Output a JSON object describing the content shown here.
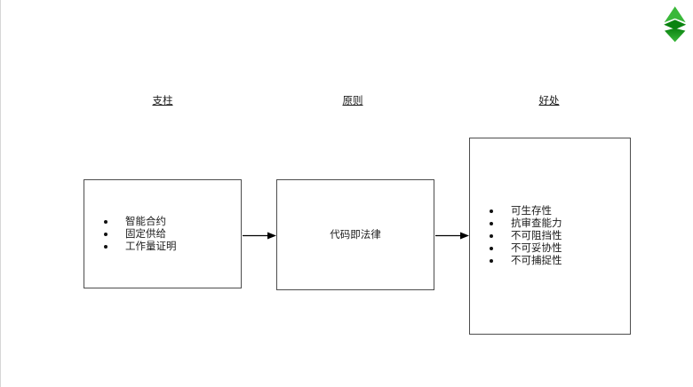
{
  "page": {
    "background": "#ffffff"
  },
  "logo": {
    "name": "Ethereum Classic",
    "colors": {
      "light_green": "#3AB83A",
      "dark_green": "#0B8311"
    }
  },
  "columns": [
    {
      "header": "支柱",
      "box": {
        "type": "bullet-list",
        "items": [
          "智能合约",
          "固定供给",
          "工作量证明"
        ]
      }
    },
    {
      "header": "原则",
      "box": {
        "type": "text",
        "text": "代码即法律"
      }
    },
    {
      "header": "好处",
      "box": {
        "type": "bullet-list",
        "items": [
          "可生存性",
          "抗审查能力",
          "不可阻挡性",
          "不可妥协性",
          "不可捕捉性"
        ]
      }
    }
  ],
  "arrows": [
    {
      "from": "支柱",
      "to": "原则"
    },
    {
      "from": "原则",
      "to": "好处"
    }
  ]
}
